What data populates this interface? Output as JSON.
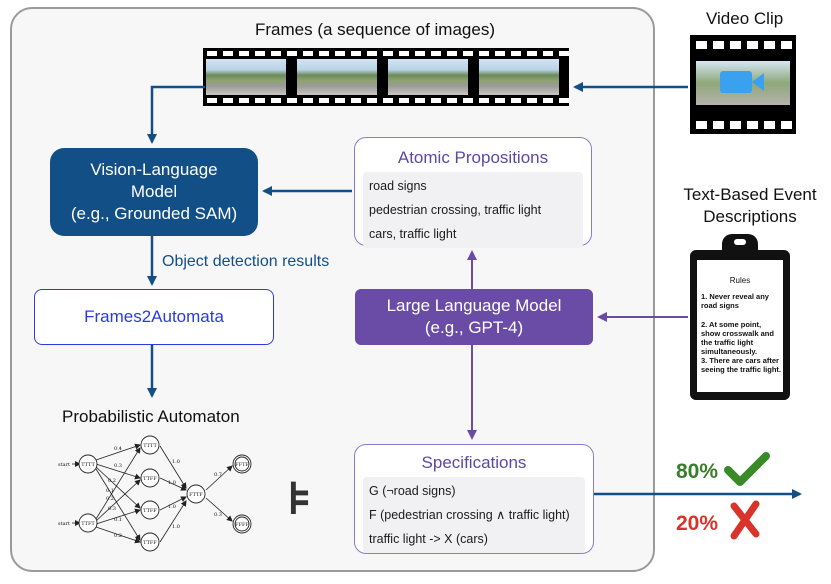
{
  "frames_title": "Frames (a sequence of images)",
  "video_clip_label": "Video Clip",
  "vlm": {
    "line1": "Vision-Language",
    "line2": "Model",
    "line3": "(e.g., Grounded SAM)"
  },
  "object_detection_label": "Object detection results",
  "frames2automata_label": "Frames2Automata",
  "prob_automaton_title": "Probabilistic Automaton",
  "atomic": {
    "title": "Atomic Propositions",
    "items": [
      "road signs",
      "pedestrian crossing, traffic light",
      "cars, traffic light"
    ]
  },
  "llm": {
    "line1": "Large Language Model",
    "line2": "(e.g., GPT-4)"
  },
  "specs": {
    "title": "Specifications",
    "items": [
      "G (¬road signs)",
      "F (pedestrian crossing ∧ traffic light)",
      "traffic light -> X (cars)"
    ]
  },
  "text_event": {
    "line1": "Text-Based Event",
    "line2": "Descriptions"
  },
  "clipboard": {
    "title": "Rules",
    "rules": [
      "1. Never reveal any road signs",
      "2. At some point, show crosswalk and the traffic light simultaneously.",
      "3. There are cars after seeing the traffic light."
    ]
  },
  "models_symbol": "⊧",
  "result": {
    "pass": "80%",
    "fail": "20%"
  },
  "automaton": {
    "start_labels": [
      "start",
      "start"
    ],
    "nodes": [
      "TTTT",
      "TTFT",
      "TTTT",
      "TTFF",
      "TTFF",
      "TTFF",
      "FTTF",
      "FFTF",
      "FFFF"
    ],
    "edge_labels": [
      "0.4",
      "0.3",
      "0.2",
      "0.1",
      "0.2",
      "0.3",
      "0.1",
      "0.2",
      "1.0",
      "1.0",
      "1.0",
      "1.0",
      "0.7",
      "0.3"
    ]
  },
  "colors": {
    "vlm_box": "#124f87",
    "arrow_blue": "#124f87",
    "outline_blue": "#2b3be3",
    "llm_box": "#6a4ca6",
    "purple_arrow": "#6a4ca6",
    "pass_green": "#3a7d2a",
    "fail_red": "#d9342b",
    "camera_blue": "#3aa0f0"
  },
  "icons": [
    "film-strip-icon",
    "video-camera-icon",
    "clipboard-icon",
    "check-mark-icon",
    "cross-mark-icon"
  ]
}
